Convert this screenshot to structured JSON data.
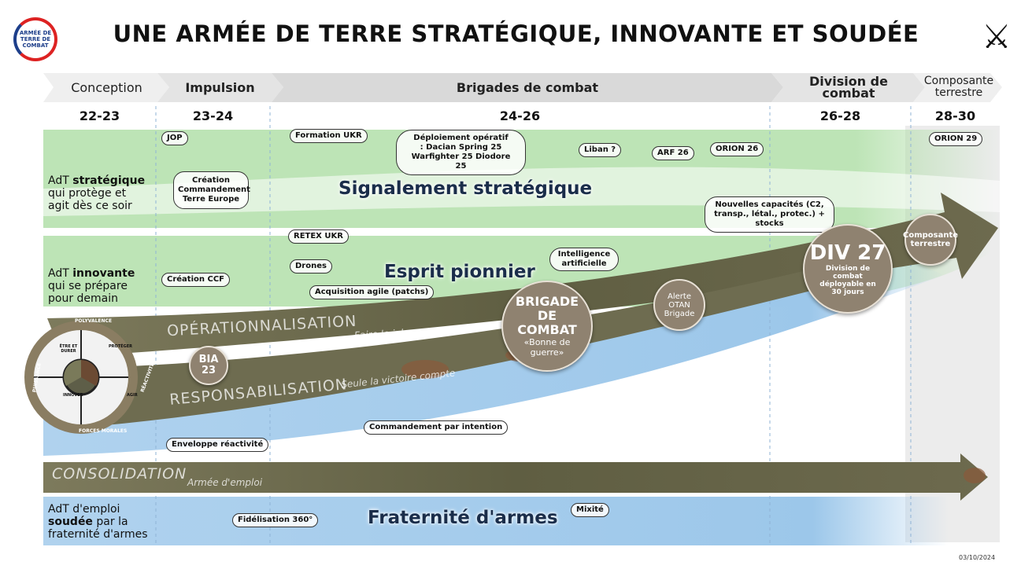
{
  "title": "UNE ARMÉE DE TERRE STRATÉGIQUE, INNOVANTE ET SOUDÉE",
  "logo": {
    "text": "ARMÉE DE TERRE DE COMBAT"
  },
  "phases": [
    "Conception",
    "Impulsion",
    "Brigades de combat",
    "Division de combat",
    "Composante terrestre"
  ],
  "years": [
    "22-23",
    "23-24",
    "24-26",
    "26-28",
    "28-30"
  ],
  "left_labels": {
    "strategique": {
      "pre": "AdT ",
      "bold": "stratégique",
      "rest": "qui protège et agit dès ce soir"
    },
    "innovante": {
      "pre": "AdT ",
      "bold": "innovante",
      "rest": "qui se prépare pour demain"
    },
    "soudee": {
      "pre": "AdT d'emploi ",
      "bold": "soudée",
      "rest": "par la fraternité d'armes"
    }
  },
  "axes": {
    "strategique": "Signalement stratégique",
    "innovante": "Esprit pionnier",
    "soudee": "Fraternité d'armes"
  },
  "pills": {
    "jop": "JOP",
    "cte": "Création Commandement Terre Europe",
    "formation_ukr": "Formation UKR",
    "deploiement": "Déploiement opératif : Dacian Spring 25 Warfighter 25 Diodore 25",
    "liban": "Liban ?",
    "arf26": "ARF 26",
    "orion26": "ORION 26",
    "orion29": "ORION 29",
    "nouvelles": "Nouvelles capacités (C2, transp., létal., protec.) + stocks",
    "retex": "RETEX UKR",
    "drones": "Drones",
    "ia": "Intelligence artificielle",
    "ccf": "Création CCF",
    "acquisition": "Acquisition agile (patchs)",
    "cpi": "Commandement par intention",
    "enveloppe": "Enveloppe réactivité",
    "fidelisation": "Fidélisation 360°",
    "mixite": "Mixité"
  },
  "arrows": {
    "op": "OPÉRATIONNALISATION",
    "op_sub": "Faire le job",
    "resp": "RESPONSABILISATION",
    "resp_sub": "Seule la victoire compte",
    "cons": "CONSOLIDATION",
    "cons_sub": "Armée d'emploi"
  },
  "milestones": {
    "bia_title": "BIA",
    "bia_num": "23",
    "brigade_title": "BRIGADE DE COMBAT",
    "brigade_sub": "«Bonne de guerre»",
    "otan": "Alerte OTAN Brigade",
    "div_title": "DIV 27",
    "div_sub": "Division de combat déployable en 30 jours",
    "composante": "Composante terrestre"
  },
  "wheel": {
    "top": "POLYVALENCE",
    "right": "RÉACTIVITÉ",
    "bottom": "FORCES MORALES",
    "left": "PUISSANCE",
    "q1": "ÊTRE ET DURER",
    "q2": "PROTÉGER",
    "q3": "INNOVER",
    "q4": "AGIR"
  },
  "date": "03/10/2024",
  "colors": {
    "green": "#a9dca0",
    "blue": "#9cc7ea",
    "khaki": "#6b6a4c",
    "circle": "#8f8270"
  }
}
